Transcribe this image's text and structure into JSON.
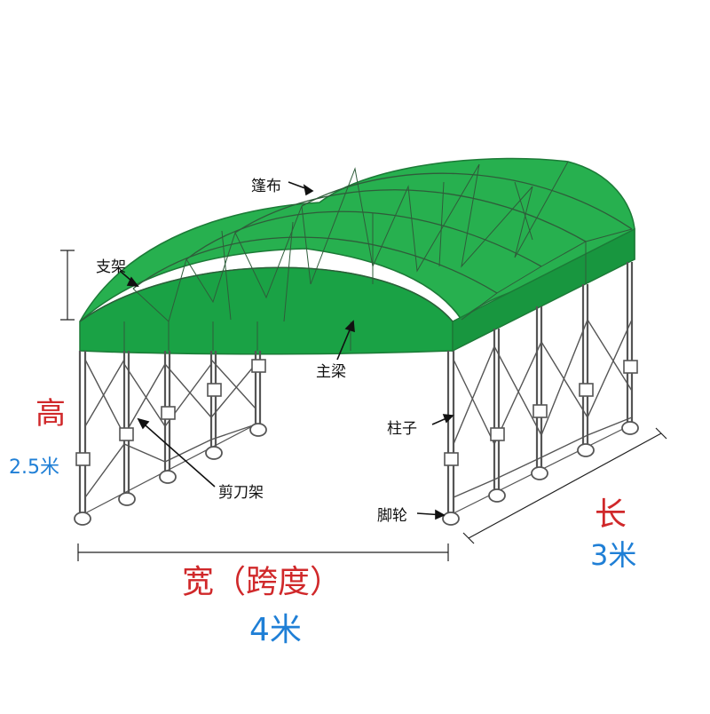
{
  "labels": {
    "canopy": "篷布",
    "bracket": "支架",
    "main_beam": "主梁",
    "column": "柱子",
    "scissor": "剪刀架",
    "caster": "脚轮"
  },
  "dimensions": {
    "height_label": "高",
    "height_value": "2.5米",
    "width_label": "宽（跨度）",
    "width_value": "4米",
    "length_label": "长",
    "length_value": "3米"
  },
  "colors": {
    "canopy_front": "#1aa245",
    "canopy_top": "#27b04f",
    "canopy_side": "#18963f",
    "frame": "#555555",
    "red": "#d0282a",
    "blue": "#1f7fd6"
  }
}
